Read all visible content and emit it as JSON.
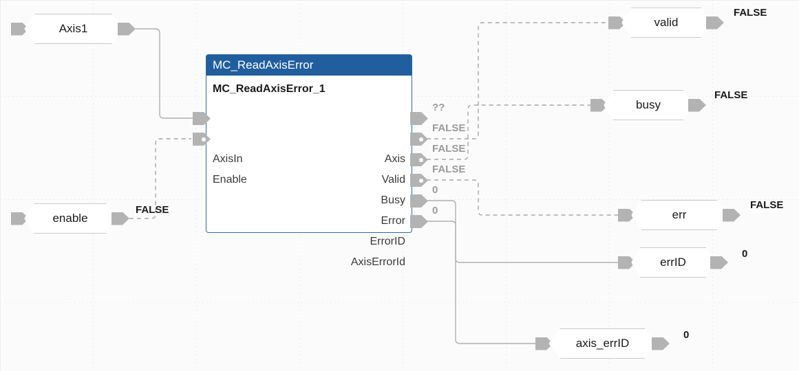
{
  "canvas": {
    "background": "#fbfbfb",
    "grid_color": "#ebebeb",
    "grid_spacing": 150
  },
  "function_block": {
    "type_name": "MC_ReadAxisError",
    "instance_name": "MC_ReadAxisError_1",
    "header_color": "#205E9E",
    "border_color": "#2D6BA8",
    "inputs": [
      {
        "label": "AxisIn",
        "kind": "axis",
        "monitor_value": ""
      },
      {
        "label": "Enable",
        "kind": "bool",
        "monitor_value": ""
      }
    ],
    "outputs": [
      {
        "label": "Axis",
        "kind": "axis",
        "monitor_value": "??"
      },
      {
        "label": "Valid",
        "kind": "bool",
        "monitor_value": "FALSE"
      },
      {
        "label": "Busy",
        "kind": "bool",
        "monitor_value": "FALSE"
      },
      {
        "label": "Error",
        "kind": "bool",
        "monitor_value": "FALSE"
      },
      {
        "label": "ErrorID",
        "kind": "num",
        "monitor_value": "0"
      },
      {
        "label": "AxisErrorId",
        "kind": "num",
        "monitor_value": "0"
      }
    ]
  },
  "variables": {
    "inputs": [
      {
        "name": "Axis1",
        "value": "",
        "value_visible": false
      },
      {
        "name": "enable",
        "value": "FALSE",
        "value_visible": true
      }
    ],
    "outputs": [
      {
        "name": "valid",
        "value": "FALSE"
      },
      {
        "name": "busy",
        "value": "FALSE"
      },
      {
        "name": "err",
        "value": "FALSE"
      },
      {
        "name": "errID",
        "value": "0"
      },
      {
        "name": "axis_errID",
        "value": "0"
      }
    ]
  },
  "wires": {
    "solid_color": "#b0b0b0",
    "dashed_color": "#a8a8a8"
  }
}
